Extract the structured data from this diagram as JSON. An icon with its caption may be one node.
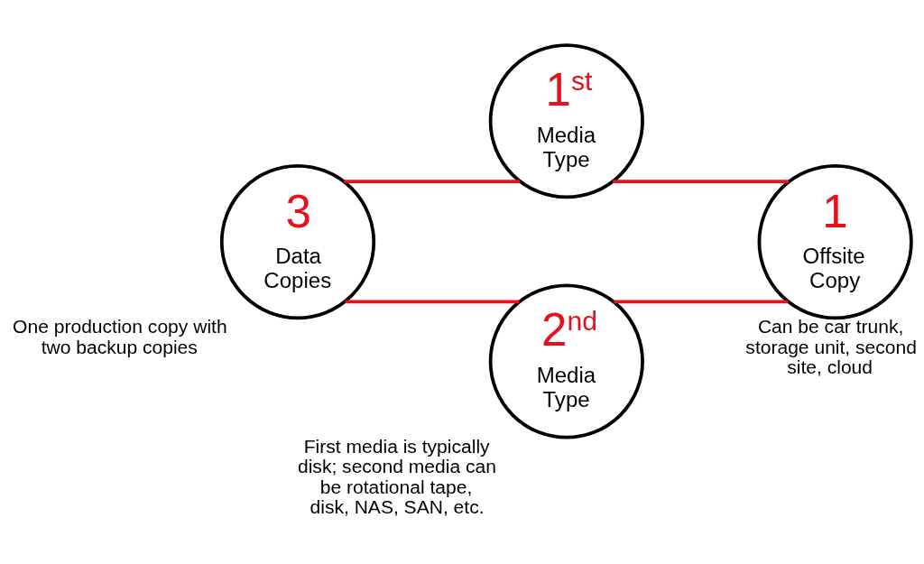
{
  "diagram": {
    "nodes": [
      {
        "text": [
          "3",
          "Data Copies"
        ],
        "beside": [
          "One production copy with two backup copies"
        ]
      },
      {
        "text": [
          "1$^{st}$",
          "Media Type"
        ]
      },
      {
        "text": [
          "2$^{nd}$",
          "Media Type"
        ],
        "beside": [
          "First media is typically disk; second media can be rotational tape, disk, NAS, SAN, etc."
        ]
      },
      {
        "text": [
          "1",
          "Offsite Copy"
        ],
        "beside": [
          "Can be car trunk, storage unit, second site, cloud"
        ]
      }
    ],
    "edges": [
      {
        "from": 0,
        "to": 1,
        "arrow": "none"
      },
      {
        "from": 0,
        "to": 2,
        "arrow": "none"
      },
      {
        "from": 1,
        "to": 3,
        "arrow": "none"
      },
      {
        "from": 2,
        "to": 3,
        "arrow": "none"
      }
    ]
  }
}
